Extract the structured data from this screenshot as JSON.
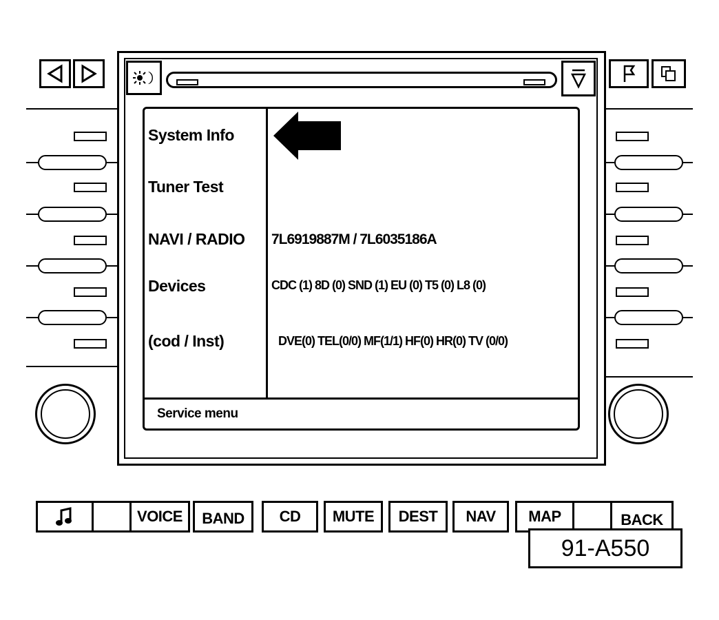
{
  "screen": {
    "menu_items": [
      {
        "label": "System  Info"
      },
      {
        "label": "Tuner  Test"
      },
      {
        "label": "NAVI / RADIO"
      },
      {
        "label": "Devices"
      },
      {
        "label": "(cod / Inst)"
      }
    ],
    "values": {
      "navi_radio": "7L6919887M / 7L6035186A",
      "devices": "CDC (1)  8D (0)  SND (1)  EU (0)  T5 (0)  L8 (0)",
      "cod_inst": "DVE(0)  TEL(0/0)  MF(1/1) HF(0)  HR(0)  TV (0/0)"
    },
    "footer": "Service menu"
  },
  "hardware_buttons": [
    {
      "label": ""
    },
    {
      "label": ""
    },
    {
      "label": "VOICE"
    },
    {
      "label": "BAND"
    },
    {
      "label": "CD"
    },
    {
      "label": "MUTE"
    },
    {
      "label": "DEST"
    },
    {
      "label": "NAV"
    },
    {
      "label": "MAP"
    },
    {
      "label": ""
    },
    {
      "label": "BACK"
    }
  ],
  "figure_id": "91-A550",
  "icons": {
    "prev": "triangle-left-icon",
    "next": "triangle-right-icon",
    "day_night": "sun-moon-icon",
    "eject": "eject-icon",
    "flag": "flag-icon",
    "copy": "pages-icon",
    "music": "music-note-icon"
  }
}
